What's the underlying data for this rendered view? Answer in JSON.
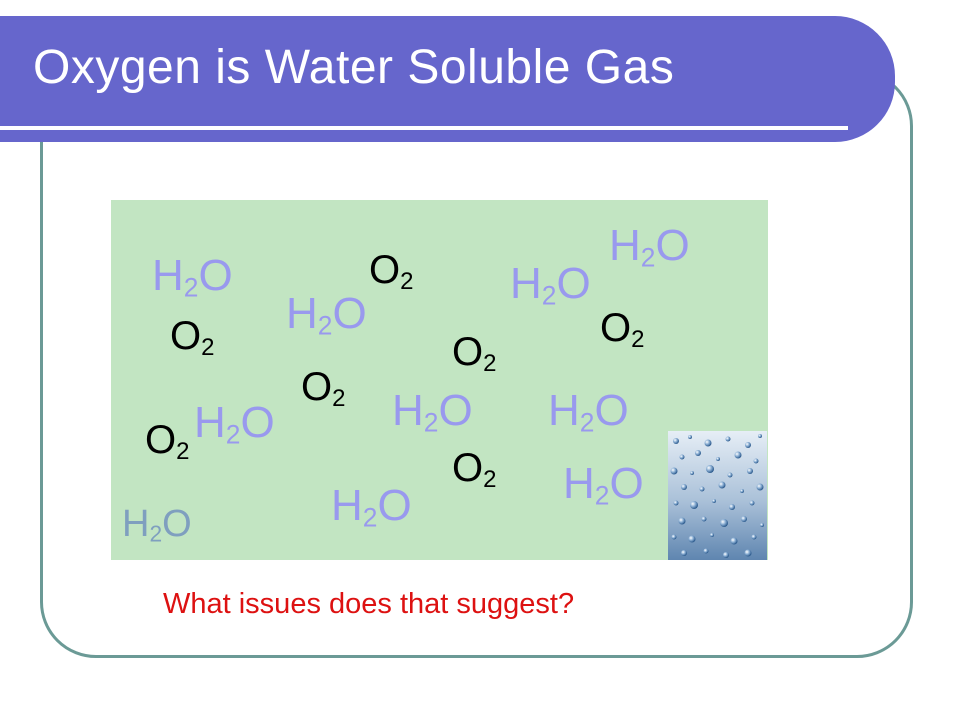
{
  "slide": {
    "title": "Oxygen is Water Soluble Gas",
    "question": "What issues does that suggest?"
  },
  "molecules": {
    "water_base": "H",
    "water_sub": "2",
    "water_tail": "O",
    "oxygen_base": "O",
    "oxygen_sub": "2"
  },
  "colors": {
    "title_bar": "#6666cc",
    "mix_background": "#c2e5c2",
    "water_text": "#9999ee",
    "oxygen_text": "#000000",
    "question_text": "#dd1111",
    "frame_border": "#6b9a96"
  },
  "icons": {
    "bubbles": "water-bubbles-image"
  }
}
